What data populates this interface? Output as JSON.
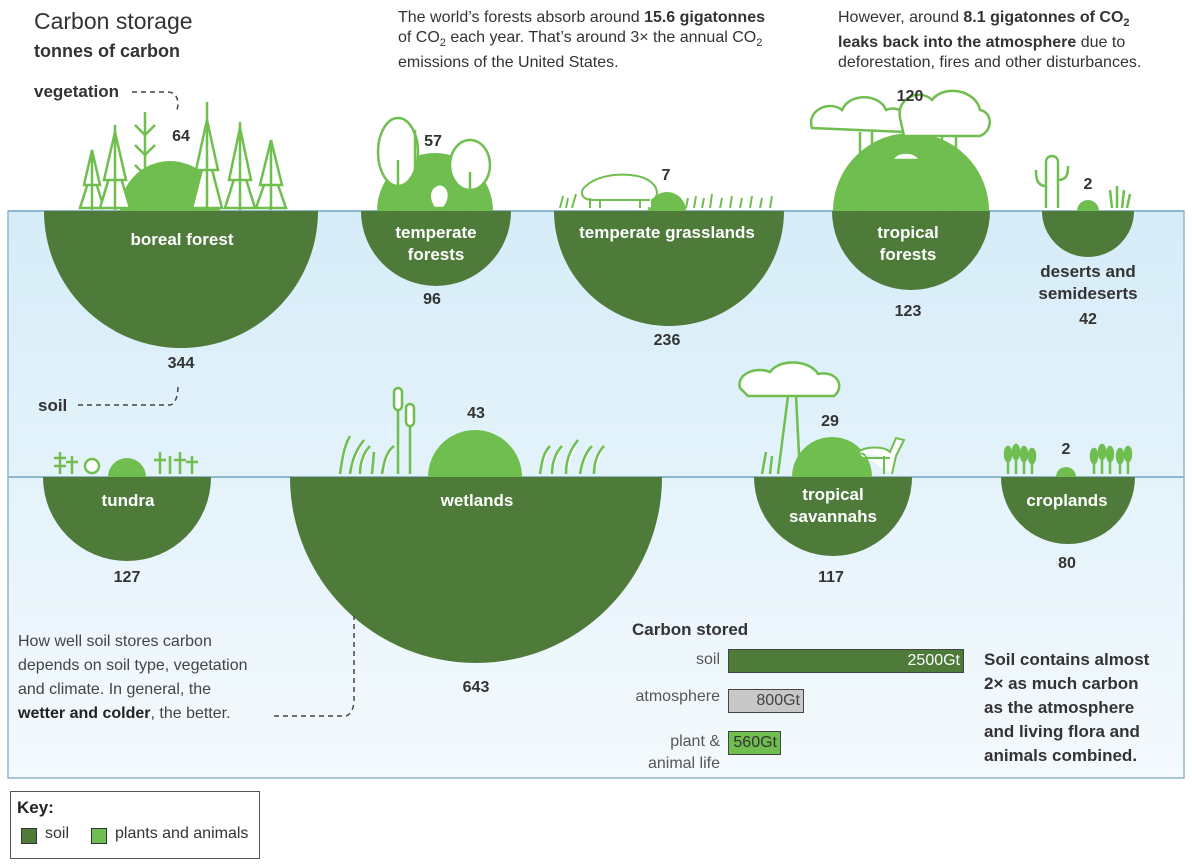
{
  "header": {
    "title": "Carbon storage",
    "subtitle": "tonnes of carbon",
    "vegetation_label": "vegetation",
    "soil_label": "soil"
  },
  "intro_left": {
    "line1_pre": "The world’s forests absorb around ",
    "line1_bold": "15.6 gigatonnes",
    "line2_a": "of CO",
    "line2_sub": "2",
    "line2_b": " each year. That’s around 3× the annual CO",
    "line2_sub2": "2",
    "line3": "emissions of the United States."
  },
  "intro_right": {
    "line1_pre": "However, around ",
    "line1_bold": "8.1 gigatonnes of CO",
    "line1_sub": "2",
    "line2_bold": "leaks back into the atmosphere",
    "line2_post": " due to",
    "line3": "deforestation, fires and other disturbances."
  },
  "biomes": [
    {
      "name": "boreal forest",
      "soil": 344,
      "vegetation": 64
    },
    {
      "name": "temperate forests",
      "soil": 96,
      "vegetation": 57
    },
    {
      "name": "temperate grasslands",
      "soil": 236,
      "vegetation": 7
    },
    {
      "name": "tropical forests",
      "soil": 123,
      "vegetation": 120
    },
    {
      "name": "deserts and semideserts",
      "soil": 42,
      "vegetation": 2
    },
    {
      "name": "tundra",
      "soil": 127,
      "vegetation": null
    },
    {
      "name": "wetlands",
      "soil": 643,
      "vegetation": 43
    },
    {
      "name": "tropical savannahs",
      "soil": 117,
      "vegetation": 29
    },
    {
      "name": "croplands",
      "soil": 80,
      "vegetation": 2
    }
  ],
  "note": {
    "line1": "How well soil stores carbon",
    "line2": "depends on soil type, vegetation",
    "line3": "and climate. In general, the",
    "bold": "wetter and colder",
    "tail": ", the better."
  },
  "carbon_stored": {
    "title": "Carbon stored",
    "rows": [
      {
        "label": "soil",
        "value": "2500Gt",
        "gt": 2500,
        "color": "#4e7a3a"
      },
      {
        "label": "atmosphere",
        "value": "800Gt",
        "gt": 800,
        "color": "#c8c8c8"
      },
      {
        "label_l1": "plant &",
        "label_l2": "animal life",
        "value": "560Gt",
        "gt": 560,
        "color": "#6fbe4f"
      }
    ],
    "fact": {
      "l1": "Soil contains almost",
      "l2": "2× as much carbon",
      "l3": "as the atmosphere",
      "l4": "and living flora and",
      "l5": "animals combined."
    }
  },
  "key": {
    "title": "Key:",
    "soil": "soil",
    "plants": "plants and animals"
  },
  "colors": {
    "soil": "#4e7a3a",
    "plants": "#6fbe4f",
    "sky": "#e6f3fb",
    "ground_line": "#8fb6cc"
  }
}
